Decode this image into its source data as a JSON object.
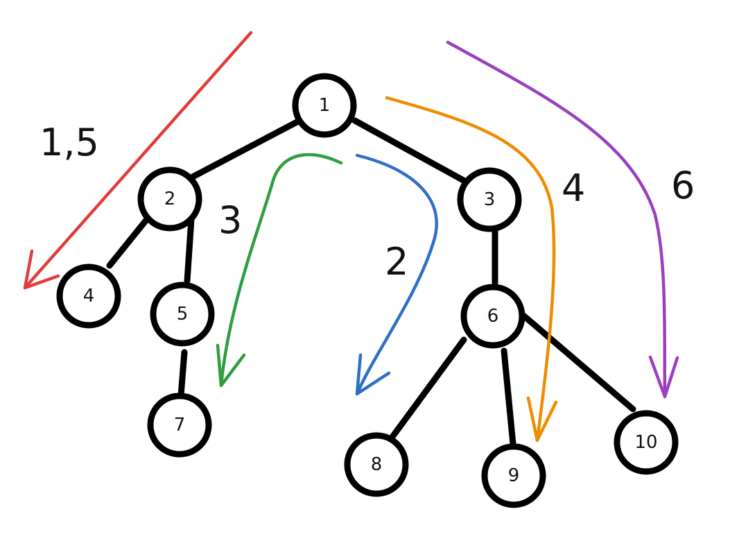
{
  "nodes": [
    {
      "id": "1",
      "label": "1"
    },
    {
      "id": "2",
      "label": "2"
    },
    {
      "id": "3",
      "label": "3"
    },
    {
      "id": "4",
      "label": "4"
    },
    {
      "id": "5",
      "label": "5"
    },
    {
      "id": "6",
      "label": "6"
    },
    {
      "id": "7",
      "label": "7"
    },
    {
      "id": "8",
      "label": "8"
    },
    {
      "id": "9",
      "label": "9"
    },
    {
      "id": "10",
      "label": "10"
    }
  ],
  "edges": [
    [
      "1",
      "2"
    ],
    [
      "1",
      "3"
    ],
    [
      "2",
      "4"
    ],
    [
      "2",
      "5"
    ],
    [
      "5",
      "7"
    ],
    [
      "3",
      "6"
    ],
    [
      "6",
      "8"
    ],
    [
      "6",
      "9"
    ],
    [
      "6",
      "10"
    ]
  ],
  "traversals": {
    "red": {
      "label": "1,5",
      "color": "#e03c3c"
    },
    "blue": {
      "label": "2",
      "color": "#2f6fc6"
    },
    "green": {
      "label": "3",
      "color": "#2e9e3e"
    },
    "orange": {
      "label": "4",
      "color": "#f08c00"
    },
    "purple": {
      "label": "6",
      "color": "#9b3fbf"
    }
  }
}
